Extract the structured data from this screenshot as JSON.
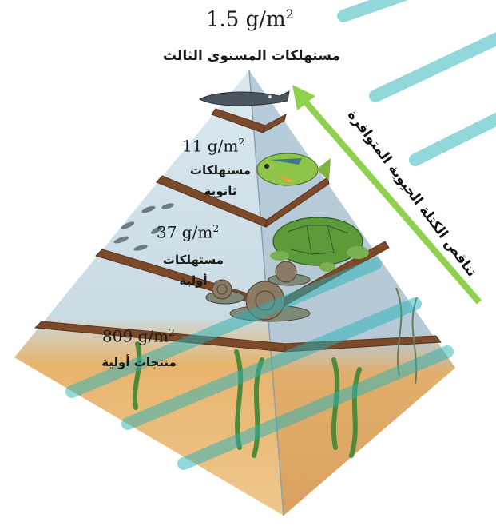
{
  "levels": [
    {
      "value": "1.5 g/m",
      "sup": "2",
      "label": "مستهلكات المستوى الثالث"
    },
    {
      "value": "11 g/m",
      "sup": "2",
      "label_line1": "مستهلكات",
      "label_line2": "ثانوية"
    },
    {
      "value": "37 g/m",
      "sup": "2",
      "label_line1": "مستهلكات",
      "label_line2": "أولية"
    },
    {
      "value": "809 g/m",
      "sup": "2",
      "label": "منتجات أولية"
    }
  ],
  "arrow": {
    "label": "تناقص الكتلة الحيوية المتوافرة",
    "color": "#8fd14f"
  },
  "colors": {
    "sand": "#e8b672",
    "water": "#c9dde8",
    "wood": "#7a4a2b",
    "watermark": "#27b3b8"
  }
}
